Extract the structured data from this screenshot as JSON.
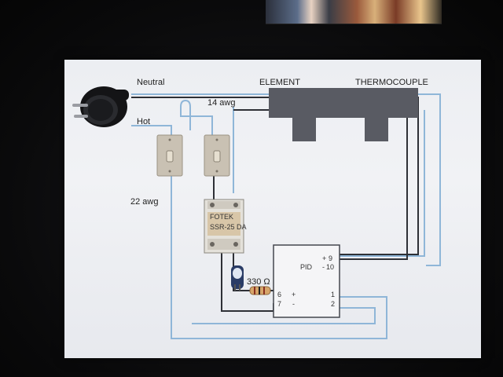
{
  "labels": {
    "neutral": "Neutral",
    "hot": "Hot",
    "awg14": "14 awg",
    "awg22": "22 awg",
    "element": "ELEMENT",
    "thermocouple": "THERMOCOUPLE",
    "resistor": "330 Ω"
  },
  "pid": {
    "title": "PID",
    "pins": {
      "p9": "9",
      "p10": "10",
      "p6": "6",
      "p7": "7",
      "p1": "1",
      "p2": "2",
      "plus_right": "+",
      "minus_right": "-",
      "plus_left": "+",
      "minus_left": "-"
    }
  },
  "ssr": {
    "brand": "FOTEK",
    "model": "SSR-25 DA"
  },
  "colors": {
    "wire_light_blue": "#8fb6d8",
    "wire_dark": "#2e3036",
    "element_block": "#595b63",
    "slide_bg": "#eceef2"
  }
}
